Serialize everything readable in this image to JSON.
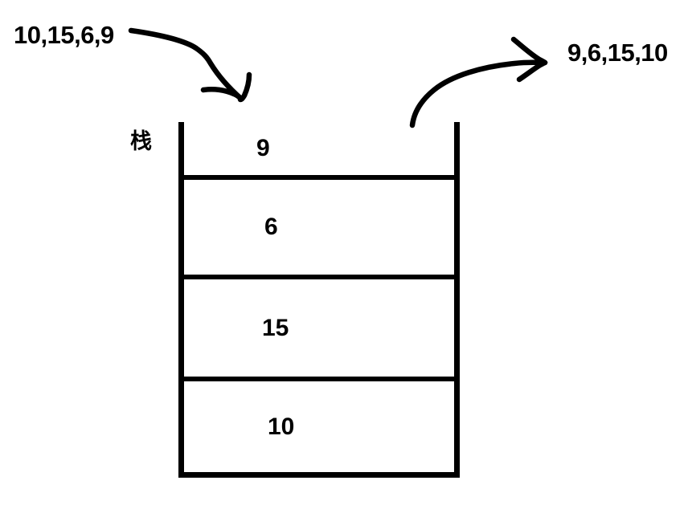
{
  "diagram": {
    "kind": "stack-push-pop-illustration",
    "background_color": "#ffffff",
    "ink_color": "#000000"
  },
  "labels": {
    "input_sequence": "10,15,6,9",
    "output_sequence": "9,6,15,10",
    "stack_name": "栈"
  },
  "stack": {
    "cells": [
      {
        "value": "9"
      },
      {
        "value": "6"
      },
      {
        "value": "15"
      },
      {
        "value": "10"
      }
    ]
  },
  "arrows": [
    {
      "name": "push-in-arrow",
      "from_label": "10,15,6,9",
      "direction": "down-right"
    },
    {
      "name": "pop-out-arrow",
      "from_label": "stack-top",
      "direction": "up-right"
    }
  ]
}
